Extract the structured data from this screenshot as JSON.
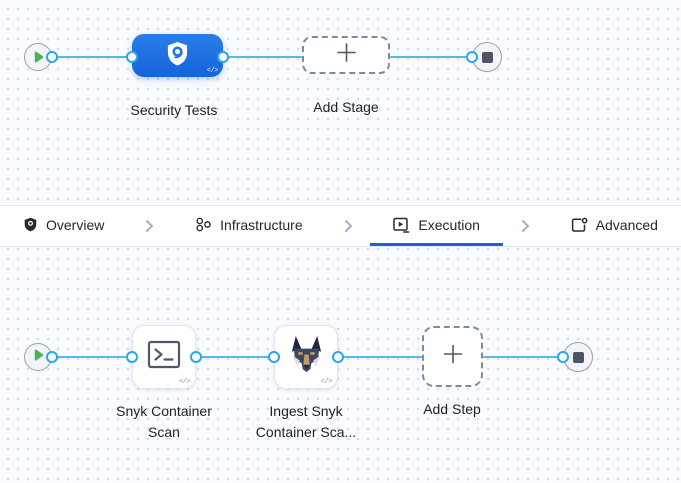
{
  "stage_panel": {
    "stage": {
      "label": "Security Tests",
      "icon": "security-shield-icon",
      "code_glyph": "</>"
    },
    "add_stage": {
      "label": "Add Stage"
    }
  },
  "tab_bar": {
    "tabs": [
      {
        "label": "Overview",
        "icon": "overview-shield-icon",
        "active": false
      },
      {
        "label": "Infrastructure",
        "icon": "infrastructure-nodes-icon",
        "active": false
      },
      {
        "label": "Execution",
        "icon": "execution-play-icon",
        "active": true
      },
      {
        "label": "Advanced",
        "icon": "advanced-settings-icon",
        "active": false
      }
    ]
  },
  "execution_panel": {
    "steps": [
      {
        "label": "Snyk Container Scan",
        "icon": "terminal-run-icon",
        "code_glyph": "</>"
      },
      {
        "label": "Ingest Snyk Container Sca...",
        "icon": "snyk-dog-icon",
        "code_glyph": "</>"
      }
    ],
    "add_step": {
      "label": "Add Step"
    }
  },
  "colors": {
    "canvas_bg": "#f9fbfe",
    "grid_dot": "#d6deea",
    "flow_line": "#55b8eb",
    "connector_ring": "#29a7ea",
    "stage_node_blue": "#1f72e3",
    "active_tab_underline": "#1b63c9",
    "end_node_square": "#4d5466",
    "start_node_green": "#4db152"
  }
}
